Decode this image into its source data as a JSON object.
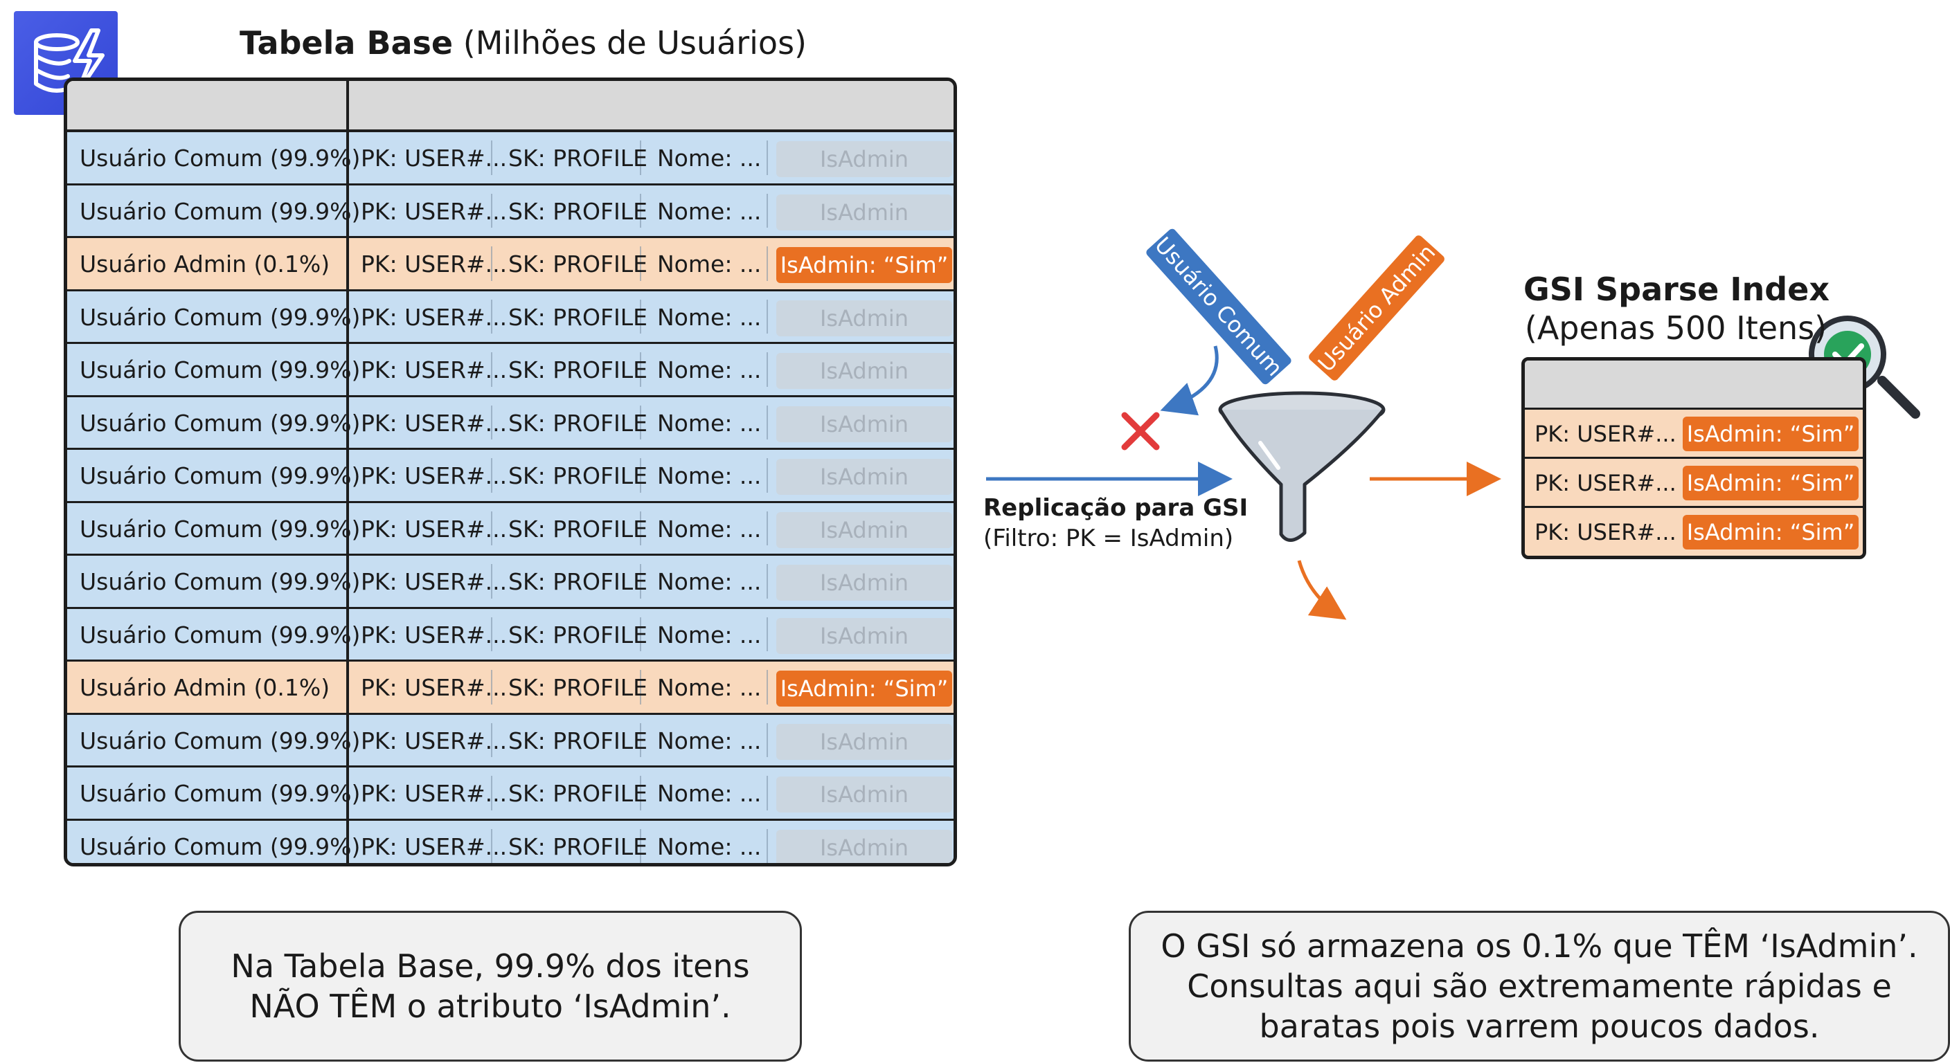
{
  "logo": {
    "icon": "database-lightning-icon",
    "color": "#3b4fe0"
  },
  "base_table": {
    "title_bold": "Tabela Base",
    "title_rest": " (Milhões de Usuários)",
    "rows": [
      {
        "kind": "comum",
        "label": "Usuário Comum (99.9%)",
        "pk": "PK: USER#...",
        "sk": "SK: PROFILE",
        "nome": "Nome: ...",
        "attr": "IsAdmin"
      },
      {
        "kind": "comum",
        "label": "Usuário Comum (99.9%)",
        "pk": "PK: USER#...",
        "sk": "SK: PROFILE",
        "nome": "Nome: ...",
        "attr": "IsAdmin"
      },
      {
        "kind": "admin",
        "label": "Usuário Admin (0.1%)",
        "pk": "PK: USER#...",
        "sk": "SK: PROFILE",
        "nome": "Nome: ...",
        "attr": "IsAdmin: “Sim”"
      },
      {
        "kind": "comum",
        "label": "Usuário Comum (99.9%)",
        "pk": "PK: USER#...",
        "sk": "SK: PROFILE",
        "nome": "Nome: ...",
        "attr": "IsAdmin"
      },
      {
        "kind": "comum",
        "label": "Usuário Comum (99.9%)",
        "pk": "PK: USER#...",
        "sk": "SK: PROFILE",
        "nome": "Nome: ...",
        "attr": "IsAdmin"
      },
      {
        "kind": "comum",
        "label": "Usuário Comum (99.9%)",
        "pk": "PK: USER#...",
        "sk": "SK: PROFILE",
        "nome": "Nome: ...",
        "attr": "IsAdmin"
      },
      {
        "kind": "comum",
        "label": "Usuário Comum (99.9%)",
        "pk": "PK: USER#...",
        "sk": "SK: PROFILE",
        "nome": "Nome: ...",
        "attr": "IsAdmin"
      },
      {
        "kind": "comum",
        "label": "Usuário Comum (99.9%)",
        "pk": "PK: USER#...",
        "sk": "SK: PROFILE",
        "nome": "Nome: ...",
        "attr": "IsAdmin"
      },
      {
        "kind": "comum",
        "label": "Usuário Comum (99.9%)",
        "pk": "PK: USER#...",
        "sk": "SK: PROFILE",
        "nome": "Nome: ...",
        "attr": "IsAdmin"
      },
      {
        "kind": "comum",
        "label": "Usuário Comum (99.9%)",
        "pk": "PK: USER#...",
        "sk": "SK: PROFILE",
        "nome": "Nome: ...",
        "attr": "IsAdmin"
      },
      {
        "kind": "admin",
        "label": "Usuário Admin (0.1%)",
        "pk": "PK: USER#...",
        "sk": "SK: PROFILE",
        "nome": "Nome: ...",
        "attr": "IsAdmin: “Sim”"
      },
      {
        "kind": "comum",
        "label": "Usuário Comum (99.9%)",
        "pk": "PK: USER#...",
        "sk": "SK: PROFILE",
        "nome": "Nome: ...",
        "attr": "IsAdmin"
      },
      {
        "kind": "comum",
        "label": "Usuário Comum (99.9%)",
        "pk": "PK: USER#...",
        "sk": "SK: PROFILE",
        "nome": "Nome: ...",
        "attr": "IsAdmin"
      },
      {
        "kind": "comum",
        "label": "Usuário Comum (99.9%)",
        "pk": "PK: USER#...",
        "sk": "SK: PROFILE",
        "nome": "Nome: ...",
        "attr": "IsAdmin"
      }
    ]
  },
  "flow": {
    "label_comum": "Usuário Comum",
    "label_admin": "Usuário Admin",
    "replication_line1": "Replicação para GSI",
    "replication_line2": "(Filtro: PK = IsAdmin)",
    "reject_icon": "red-x-icon",
    "funnel_icon": "funnel-icon"
  },
  "gsi": {
    "title": "GSI Sparse Index",
    "subtitle": "(Apenas 500 Itens)",
    "check_icon": "magnifier-check-icon",
    "rows": [
      {
        "pk": "PK: USER#...",
        "attr": "IsAdmin: “Sim”"
      },
      {
        "pk": "PK: USER#...",
        "attr": "IsAdmin: “Sim”"
      },
      {
        "pk": "PK: USER#...",
        "attr": "IsAdmin: “Sim”"
      }
    ]
  },
  "captions": {
    "left_line1": "Na Tabela Base, 99.9% dos itens",
    "left_line2": "NÃO TÊM o atributo ‘IsAdmin’.",
    "right_line1": "O GSI só armazena os 0.1% que TÊM ‘IsAdmin’.",
    "right_line2": "Consultas aqui são extremamente rápidas e",
    "right_line3": "baratas pois varrem poucos dados."
  },
  "colors": {
    "comum_row": "#c7def2",
    "admin_row": "#f9d9bd",
    "orange": "#e97022",
    "blue": "#3d77c2",
    "inactive_pill": "#cbd6e0"
  }
}
